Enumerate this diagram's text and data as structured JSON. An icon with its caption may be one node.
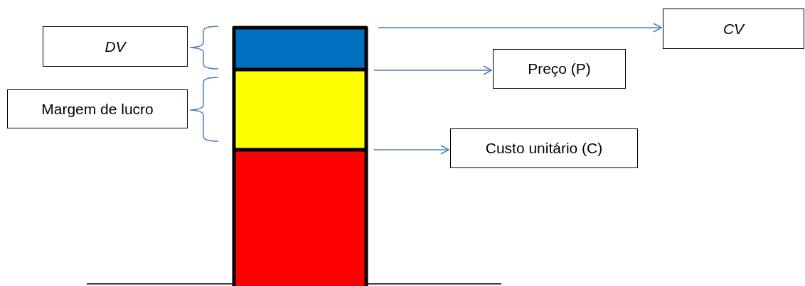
{
  "diagram": {
    "nodes": [
      {
        "text": [
          "DV"
        ]
      },
      {
        "text": [
          "Margem de lucro"
        ]
      },
      {
        "text": [
          "CV"
        ]
      },
      {
        "text": [
          "Preço (P)"
        ]
      },
      {
        "text": [
          "Custo unitário (C)"
        ]
      }
    ],
    "edges": [
      {
        "from": null,
        "to": 2,
        "arrow": "to"
      },
      {
        "from": null,
        "to": 3,
        "arrow": "to"
      },
      {
        "from": null,
        "to": 4,
        "arrow": "to"
      }
    ]
  }
}
